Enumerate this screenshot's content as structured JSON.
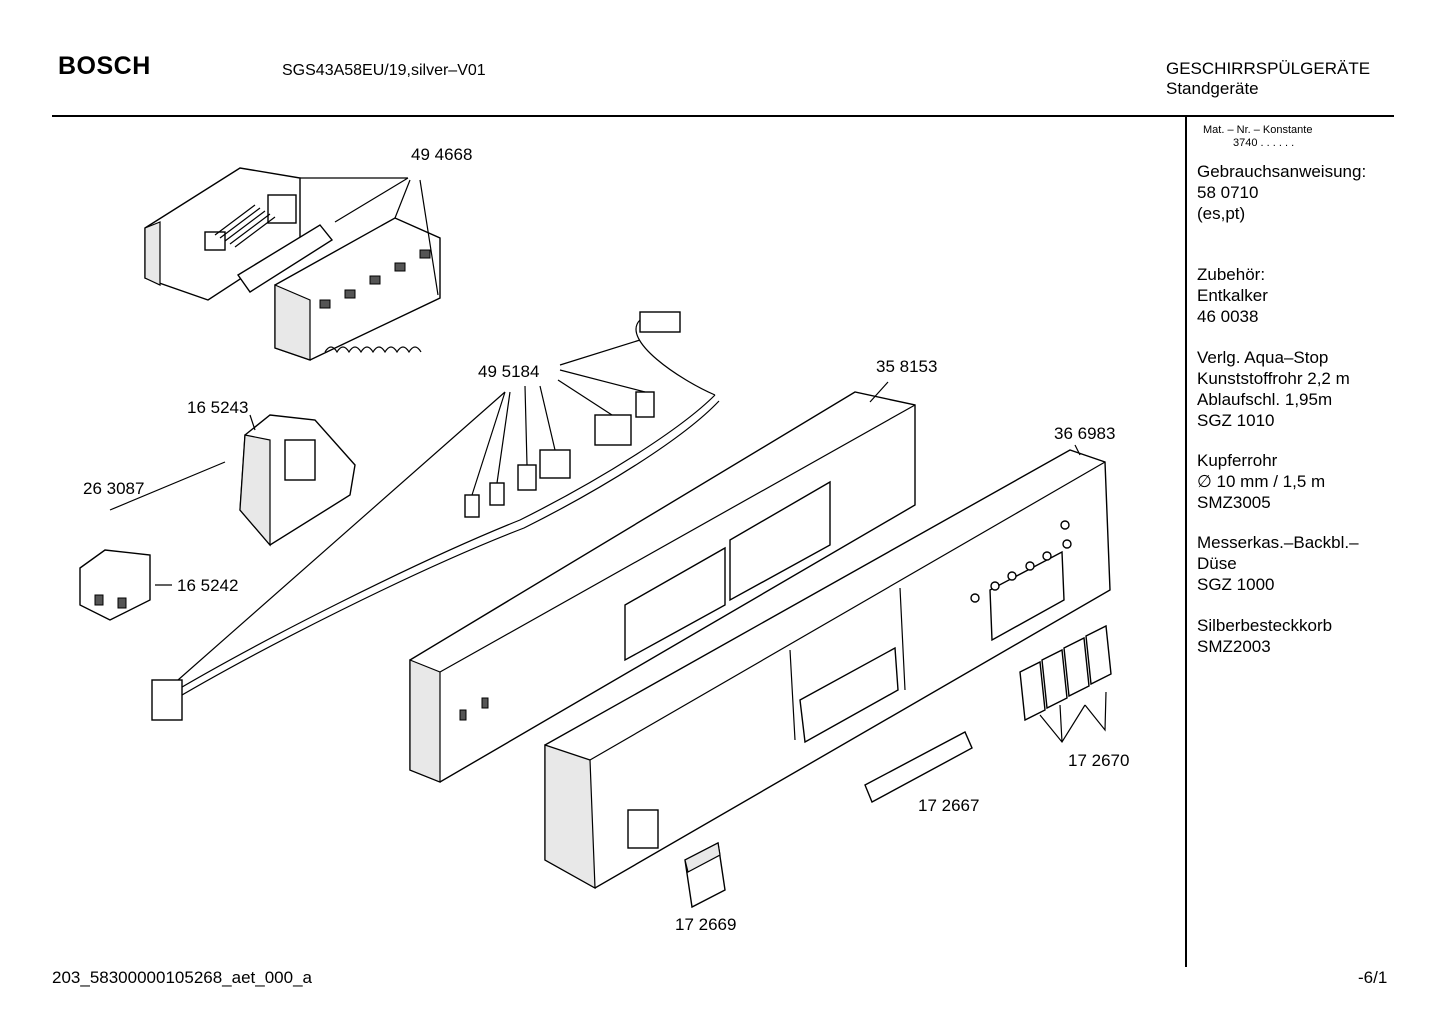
{
  "header": {
    "brand": "BOSCH",
    "model": "SGS43A58EU/19,silver–V01",
    "category": "GESCHIRRSPÜLGERÄTE",
    "subcategory": "Standgeräte"
  },
  "sidebar": {
    "mat_label": "Mat. – Nr. – Konstante",
    "mat_value": "3740  .  .    .  .  .  .",
    "blocks": [
      [
        "Gebrauchsanweisung:",
        "58 0710",
        "(es,pt)"
      ],
      [
        "Zubehör:",
        "Entkalker",
        "46 0038"
      ],
      [
        "Verlg. Aqua–Stop",
        "Kunststoffrohr 2,2 m",
        "Ablaufschl. 1,95m",
        "SGZ 1010"
      ],
      [
        "Kupferrohr",
        "∅ 10 mm / 1,5 m",
        "SMZ3005"
      ],
      [
        "Messerkas.–Backbl.–",
        "Düse",
        "SGZ 1000"
      ],
      [
        "Silberbesteckkorb",
        "SMZ2003"
      ]
    ]
  },
  "parts": [
    {
      "number": "49 4668"
    },
    {
      "number": "49 5184"
    },
    {
      "number": "35 8153"
    },
    {
      "number": "16 5243"
    },
    {
      "number": "26 3087"
    },
    {
      "number": "16 5242"
    },
    {
      "number": "36 6983"
    },
    {
      "number": "17 2670"
    },
    {
      "number": "17 2667"
    },
    {
      "number": "17 2669"
    }
  ],
  "footer": {
    "left": "203_58300000105268_aet_000_a",
    "right": "-6/1"
  }
}
